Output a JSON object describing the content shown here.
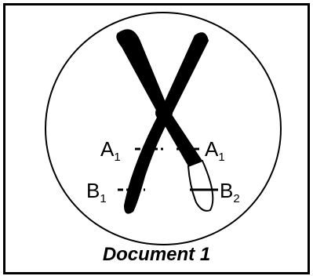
{
  "labels": {
    "left_upper": {
      "base": "A",
      "sub": "1"
    },
    "right_upper": {
      "base": "A",
      "sub": "1"
    },
    "left_lower": {
      "base": "B",
      "sub": "1"
    },
    "right_lower": {
      "base": "B",
      "sub": "2"
    }
  },
  "caption": "Document 1",
  "colors": {
    "ink": "#000000",
    "background": "#ffffff"
  }
}
